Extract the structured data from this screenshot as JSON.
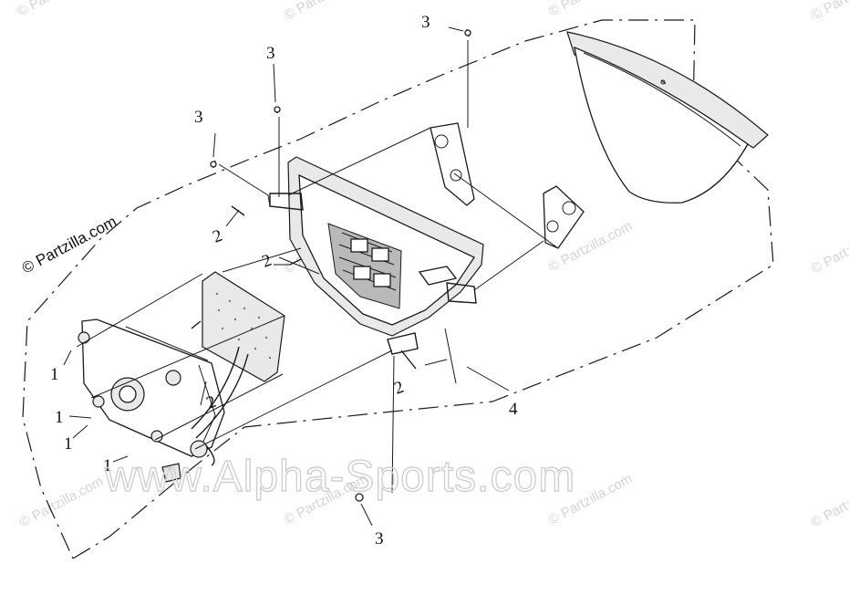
{
  "watermarks": {
    "partzilla": "© Partzilla.com",
    "alpha_sports": "www.Alpha-Sports.com"
  },
  "callouts": {
    "screw": "3",
    "bulb_socket": "2",
    "bolt": "1",
    "headlight_assembly": "4"
  },
  "colors": {
    "line": "#1a1a1a",
    "watermark": "#d4d4d4",
    "part_shade": "#e9e9e9"
  }
}
